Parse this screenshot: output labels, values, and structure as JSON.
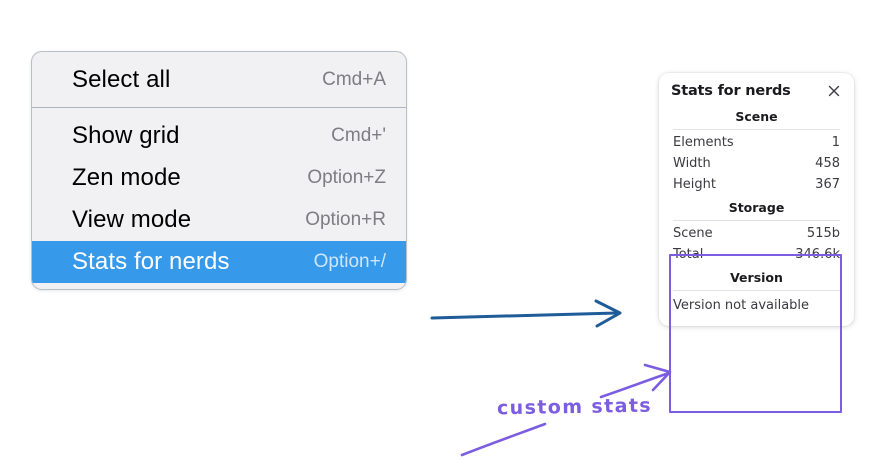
{
  "menu": {
    "groups": [
      {
        "items": [
          {
            "label": "Select all",
            "accel": "Cmd+A",
            "selected": false
          }
        ]
      },
      {
        "items": [
          {
            "label": "Show grid",
            "accel": "Cmd+'",
            "selected": false
          },
          {
            "label": "Zen mode",
            "accel": "Option+Z",
            "selected": false
          },
          {
            "label": "View mode",
            "accel": "Option+R",
            "selected": false
          },
          {
            "label": "Stats for nerds",
            "accel": "Option+/",
            "selected": true
          }
        ]
      }
    ],
    "selected_color": "#3699ea"
  },
  "stats_panel": {
    "title": "Stats for nerds",
    "close_icon": "close-icon",
    "sections": [
      {
        "heading": "Scene",
        "rows": [
          {
            "key": "Elements",
            "value": "1"
          },
          {
            "key": "Width",
            "value": "458"
          },
          {
            "key": "Height",
            "value": "367"
          }
        ]
      },
      {
        "heading": "Storage",
        "rows": [
          {
            "key": "Scene",
            "value": "515b"
          },
          {
            "key": "Total",
            "value": "346.6k"
          }
        ]
      },
      {
        "heading": "Version",
        "note": "Version not available"
      }
    ]
  },
  "annotations": {
    "callout_text": "custom stats",
    "callout_color": "#7c5ce0",
    "arrow_color": "#1f5c99",
    "highlight_color": "#7c5ce0"
  }
}
